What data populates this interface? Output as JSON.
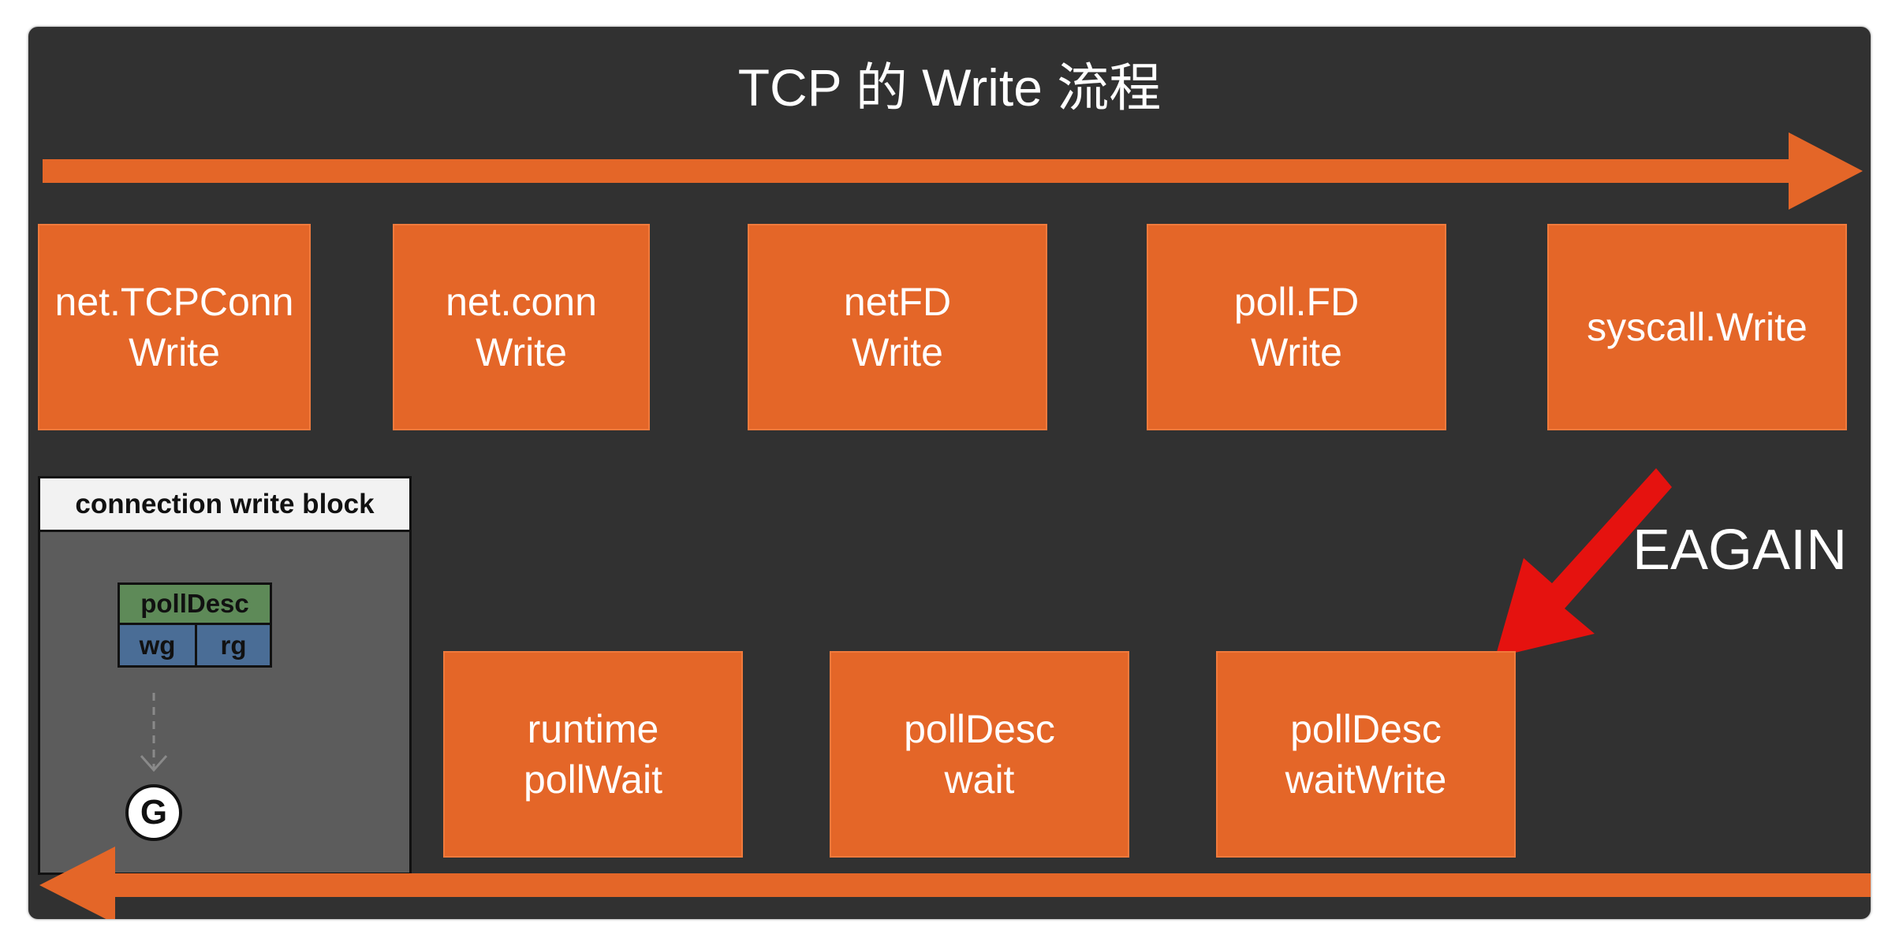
{
  "title": "TCP 的 Write 流程",
  "boxes_top": [
    {
      "line1": "net.TCPConn",
      "line2": "Write"
    },
    {
      "line1": "net.conn",
      "line2": "Write"
    },
    {
      "line1": "netFD",
      "line2": "Write"
    },
    {
      "line1": "poll.FD",
      "line2": "Write"
    },
    {
      "line1": "syscall.Write",
      "line2": ""
    }
  ],
  "boxes_bottom": [
    {
      "line1": "runtime",
      "line2": "pollWait"
    },
    {
      "line1": "pollDesc",
      "line2": "wait"
    },
    {
      "line1": "pollDesc",
      "line2": "waitWrite"
    }
  ],
  "eagain_label": "EAGAIN",
  "block": {
    "header": "connection write block",
    "polldesc_label": "pollDesc",
    "wg_label": "wg",
    "rg_label": "rg",
    "goroutine_label": "G"
  },
  "colors": {
    "background": "#313131",
    "box": "#e46628",
    "flow_arrow": "#e46628",
    "eagain_arrow": "#e5120f",
    "polldesc": "#5e8a58",
    "wg_rg": "#4a6d96"
  },
  "icons": {
    "top_flow_arrow": "right-arrow",
    "bottom_flow_arrow": "left-arrow",
    "eagain_arrow": "down-left-arrow"
  }
}
